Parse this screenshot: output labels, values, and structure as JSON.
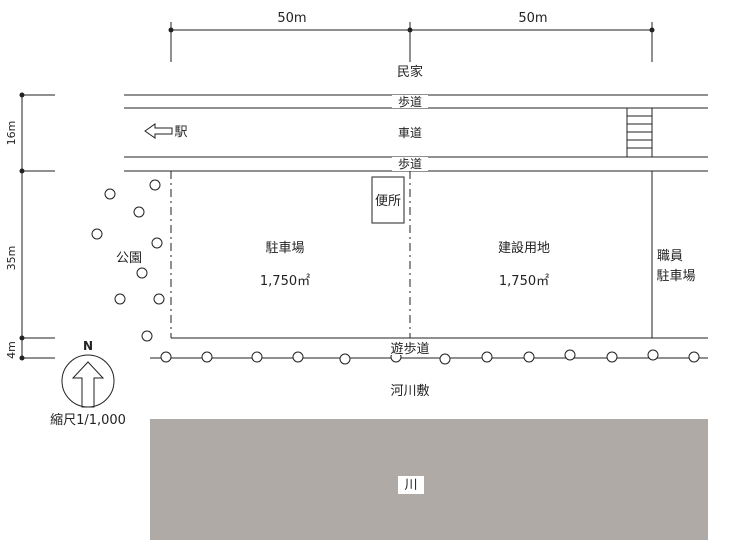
{
  "dimensions": {
    "top_left": "50m",
    "top_right": "50m",
    "left_road": "16m",
    "left_lots": "35m",
    "left_path": "4m"
  },
  "labels": {
    "houses": "民家",
    "sidewalk_top": "歩道",
    "roadway": "車道",
    "station": "駅",
    "sidewalk_bottom": "歩道",
    "toilet": "便所",
    "park": "公園",
    "parking": "駐車場",
    "parking_area": "1,750㎡",
    "site": "建設用地",
    "site_area": "1,750㎡",
    "staff_line1": "職員",
    "staff_line2": "駐車場",
    "promenade": "遊歩道",
    "riverbed": "河川敷",
    "north": "N",
    "scale": "縮尺1/1,000",
    "river": "川"
  },
  "colors": {
    "river_fill": "#b0aaa6",
    "line": "#222222"
  }
}
